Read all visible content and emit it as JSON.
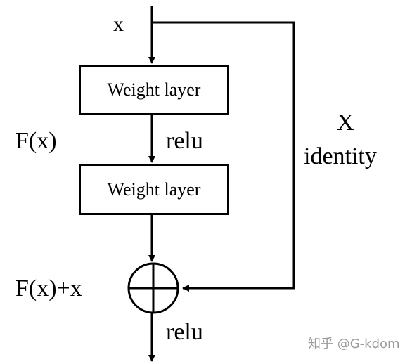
{
  "diagram": {
    "input_label": "x",
    "weight_layer_1": "Weight layer",
    "weight_layer_2": "Weight layer",
    "fx_label": "F(x)",
    "relu_label_1": "relu",
    "relu_label_2": "relu",
    "x_label": "X",
    "identity_label": "identity",
    "sum_label": "F(x)+x",
    "watermark": "知乎 @G-kdom"
  },
  "colors": {
    "line": "#000000",
    "watermark": "#9a9a9a",
    "background": "#ffffff"
  }
}
